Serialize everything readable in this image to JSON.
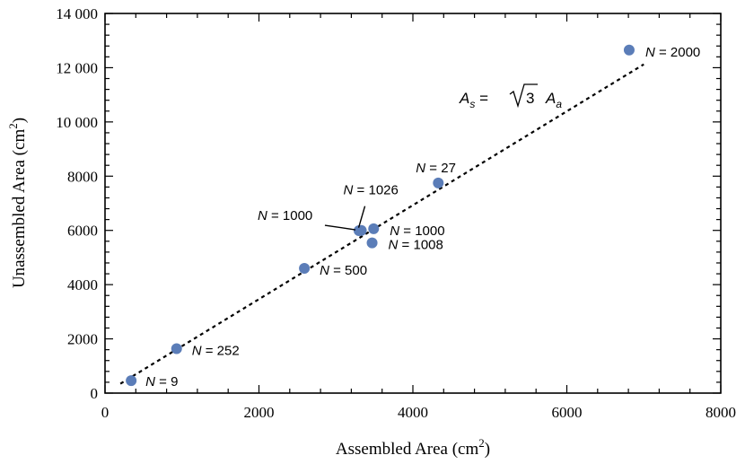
{
  "chart_data": {
    "type": "scatter",
    "xlabel": "Assembled  Area (cm",
    "xlabel_sup": "2",
    "xlabel_end": ")",
    "ylabel": "Unassembled  Area (cm",
    "ylabel_sup": "2",
    "ylabel_end": ")",
    "xlim": [
      0,
      8000
    ],
    "ylim": [
      0,
      14000
    ],
    "x_ticks": [
      0,
      2000,
      4000,
      6000,
      8000
    ],
    "x_tick_labels": [
      "0",
      "2000",
      "4000",
      "6000",
      "8000"
    ],
    "y_ticks": [
      0,
      2000,
      4000,
      6000,
      8000,
      10000,
      12000,
      14000
    ],
    "y_tick_labels": [
      "0",
      "2000",
      "4000",
      "6000",
      "8000",
      "10 000",
      "12 000",
      "14 000"
    ],
    "grid": false,
    "point_color": "#5b7db8",
    "points": [
      {
        "x": 340,
        "y": 460,
        "label_var": "N",
        "label_rest": " = 9"
      },
      {
        "x": 930,
        "y": 1640,
        "label_var": "N",
        "label_rest": " = 252"
      },
      {
        "x": 2590,
        "y": 4600,
        "label_var": "N",
        "label_rest": " = 500"
      },
      {
        "x": 3300,
        "y": 5990,
        "label_var": "N",
        "label_rest": " = 1000"
      },
      {
        "x": 3330,
        "y": 6000,
        "label_var": "N",
        "label_rest": " = 1026"
      },
      {
        "x": 3490,
        "y": 6060,
        "label_var": "N",
        "label_rest": " = 1000"
      },
      {
        "x": 3470,
        "y": 5540,
        "label_var": "N",
        "label_rest": " = 1008"
      },
      {
        "x": 4330,
        "y": 7750,
        "label_var": "N",
        "label_rest": " = 27"
      },
      {
        "x": 6810,
        "y": 12650,
        "label_var": "N",
        "label_rest": " = 2000"
      }
    ],
    "fit_line": {
      "style": "dotted",
      "slope": 1.7320508,
      "x_range": [
        200,
        7000
      ],
      "label_lhs_var": "A",
      "label_lhs_sub": "s",
      "label_eq": " = ",
      "label_sqrt": "3",
      "label_rhs_var": "A",
      "label_rhs_sub": "a"
    }
  }
}
